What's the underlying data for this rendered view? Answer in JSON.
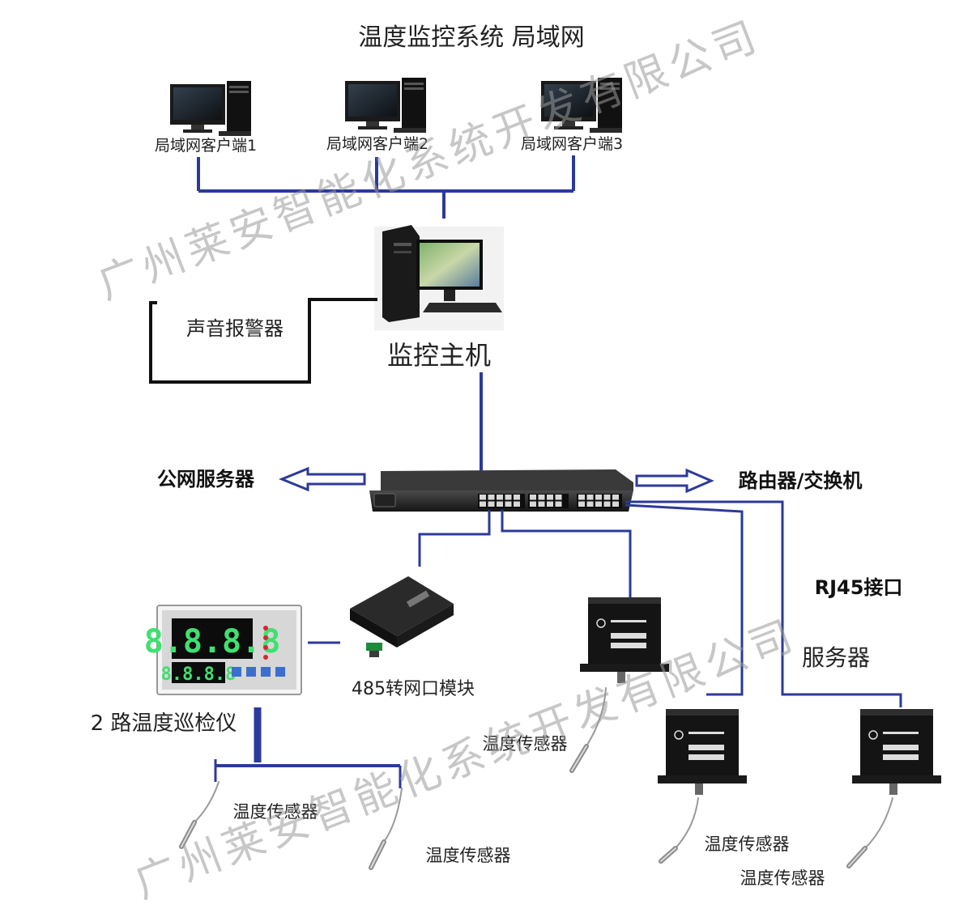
{
  "title": "温度监控系统    局域网",
  "colors": {
    "line": "#2b3a9a",
    "alarm_line": "#111111",
    "device_dark": "#1b1b1b",
    "lcd_green": "#3fe070",
    "watermark": "#9a9a9a"
  },
  "clients": [
    {
      "label": "局域网客户端1",
      "icon": "desktop-computer-icon"
    },
    {
      "label": "局域网客户端2",
      "icon": "desktop-computer-icon"
    },
    {
      "label": "局域网客户端3",
      "icon": "desktop-computer-icon"
    }
  ],
  "host": {
    "label": "监控主机",
    "icon": "host-computer-icon"
  },
  "alarm": {
    "label": "声音报警器"
  },
  "switch": {
    "icon": "network-switch-icon"
  },
  "public_server": {
    "label": "公网服务器"
  },
  "router": {
    "label": "路由器/交换机"
  },
  "rj45": {
    "label": "RJ45接口"
  },
  "server": {
    "label": "服务器"
  },
  "converter": {
    "label": "485转网口模块",
    "icon": "rs485-module-icon"
  },
  "inspector": {
    "label": "2 路温度巡检仪",
    "display_pv": "8.8.8.8",
    "display_sv": "8.8.8.8",
    "icon": "temperature-inspector-icon"
  },
  "sensors": [
    {
      "label": "温度传感器"
    },
    {
      "label": "温度传感器"
    },
    {
      "label": "温度传感器"
    },
    {
      "label": "温度传感器"
    },
    {
      "label": "温度传感器"
    }
  ],
  "watermarks": [
    {
      "text": "广州莱安智能化系统开发有限公司"
    },
    {
      "text": "广州莱安智能化系统开发有限公司"
    }
  ]
}
